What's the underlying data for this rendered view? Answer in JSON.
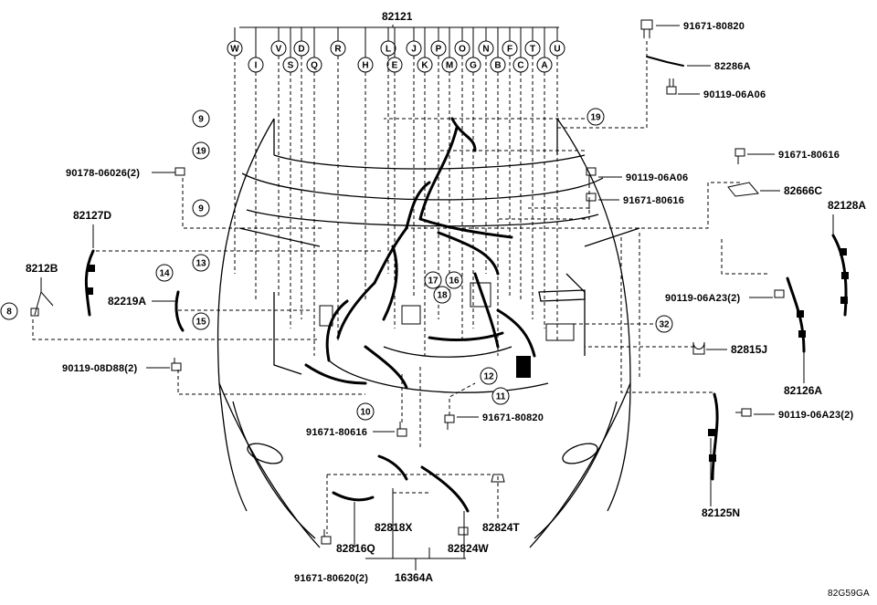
{
  "diagram_code": "82G59GA",
  "main_assembly": "82121",
  "connector_letters_row1": [
    "W",
    "V",
    "D",
    "R",
    "L",
    "J",
    "P",
    "O",
    "N",
    "F",
    "T",
    "U"
  ],
  "connector_letters_row2": [
    "I",
    "S",
    "Q",
    "H",
    "E",
    "K",
    "M",
    "G",
    "B",
    "C",
    "A"
  ],
  "callouts": [
    "9",
    "19",
    "9",
    "13",
    "14",
    "15",
    "8",
    "19",
    "17",
    "16",
    "18",
    "32",
    "12",
    "11",
    "10"
  ],
  "parts": {
    "p91671_80820_top": "91671-80820",
    "p82286A": "82286A",
    "p90119_06A06_top": "90119-06A06",
    "p90178_06026": "90178-06026(2)",
    "p90119_06A06_mid": "90119-06A06",
    "p91671_80616_mid": "91671-80616",
    "p91671_80616_right": "91671-80616",
    "p82666C": "82666C",
    "p82128A": "82128A",
    "p82127D": "82127D",
    "p8212B": "8212B",
    "p82219A": "82219A",
    "p90119_06A23_a": "90119-06A23(2)",
    "p82815J": "82815J",
    "p82126A": "82126A",
    "p90119_08D88": "90119-08D88(2)",
    "p91671_80616_bottom": "91671-80616",
    "p91671_80820_bottom": "91671-80820",
    "p90119_06A23_b": "90119-06A23(2)",
    "p82125N": "82125N",
    "p82818X": "82818X",
    "p82824T": "82824T",
    "p82816Q": "82816Q",
    "p82824W": "82824W",
    "p91671_80620": "91671-80620(2)",
    "p16364A": "16364A"
  }
}
